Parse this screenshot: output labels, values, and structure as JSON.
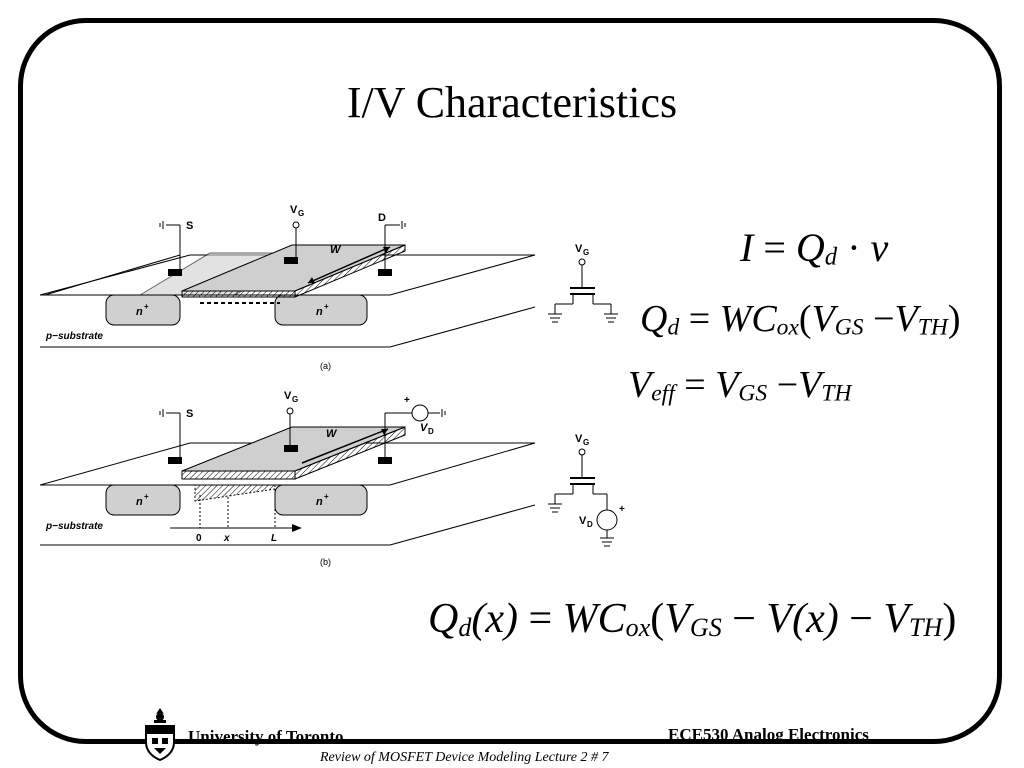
{
  "slide": {
    "title": "I/V Characteristics"
  },
  "figure": {
    "a": {
      "source_label": "S",
      "gate_label": "V",
      "gate_sub": "G",
      "drain_label": "D",
      "width_label": "W",
      "n_left": "n",
      "n_right": "n",
      "plus": "+",
      "substrate": "p−substrate",
      "caption": "(a)"
    },
    "b": {
      "source_label": "S",
      "gate_label": "V",
      "gate_sub": "G",
      "drain_label": "V",
      "drain_sub": "D",
      "width_label": "W",
      "n_left": "n",
      "n_right": "n",
      "plus": "+",
      "substrate": "p−substrate",
      "tick_0": "0",
      "tick_x": "x",
      "tick_L": "L",
      "caption": "(b)"
    },
    "symbol_a": {
      "gate": "V",
      "gate_sub": "G"
    },
    "symbol_b": {
      "gate": "V",
      "gate_sub": "G",
      "drain": "V",
      "drain_sub": "D",
      "plus": "+"
    }
  },
  "equations": {
    "eq1": {
      "lhs": "I",
      "eq": "=",
      "q": "Q",
      "q_sub": "d",
      "dot": "·",
      "v": "v"
    },
    "eq2": {
      "q": "Q",
      "q_sub": "d",
      "eq": "=",
      "w": "WC",
      "w_sub": "ox",
      "open": "(",
      "vgs": "V",
      "vgs_sub": "GS",
      "minus": "−",
      "vth": "V",
      "vth_sub": "TH",
      "close": ")"
    },
    "eq3": {
      "v": "V",
      "v_sub": "eff",
      "eq": "=",
      "vgs": "V",
      "vgs_sub": "GS",
      "minus": "−",
      "vth": "V",
      "vth_sub": "TH"
    },
    "eq4": {
      "q": "Q",
      "q_sub": "d",
      "arg": "(x)",
      "eq": "=",
      "w": "WC",
      "w_sub": "ox",
      "open": "(",
      "vgs": "V",
      "vgs_sub": "GS",
      "minus1": "−",
      "vx": "V",
      "vx_arg": "(x)",
      "minus2": "−",
      "vth": "V",
      "vth_sub": "TH",
      "close": ")"
    }
  },
  "footer": {
    "left": "University of Toronto",
    "right": "ECE530 Analog Electronics",
    "sub": "Review of MOSFET Device Modeling Lecture 2 # 7"
  }
}
